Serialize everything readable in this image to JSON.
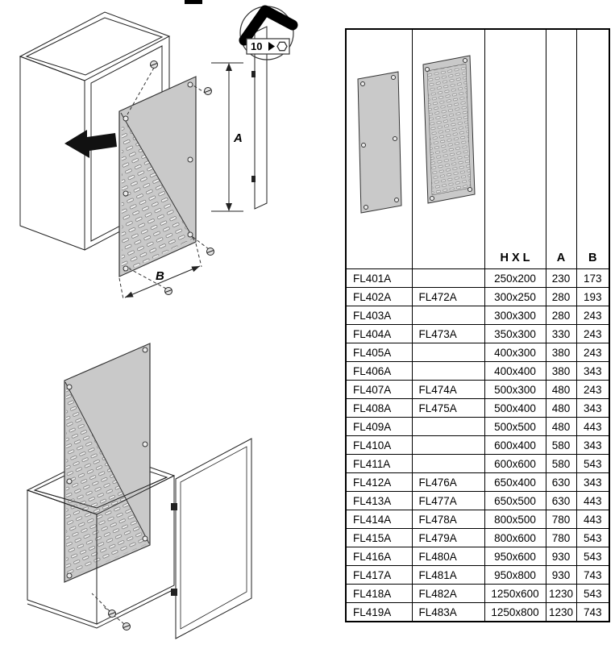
{
  "colors": {
    "plate_gray": "#c9c9c9",
    "slot_light": "#f0f0f0"
  },
  "diagram": {
    "torque_value": "10",
    "dim_a_label": "A",
    "dim_b_label": "B"
  },
  "table": {
    "headers": {
      "hxl": "H X L",
      "a": "A",
      "b": "B"
    },
    "rows": [
      {
        "code1": "FL401A",
        "code2": "",
        "hxl": "250x200",
        "a": "230",
        "b": "173"
      },
      {
        "code1": "FL402A",
        "code2": "FL472A",
        "hxl": "300x250",
        "a": "280",
        "b": "193"
      },
      {
        "code1": "FL403A",
        "code2": "",
        "hxl": "300x300",
        "a": "280",
        "b": "243"
      },
      {
        "code1": "FL404A",
        "code2": "FL473A",
        "hxl": "350x300",
        "a": "330",
        "b": "243"
      },
      {
        "code1": "FL405A",
        "code2": "",
        "hxl": "400x300",
        "a": "380",
        "b": "243"
      },
      {
        "code1": "FL406A",
        "code2": "",
        "hxl": "400x400",
        "a": "380",
        "b": "343"
      },
      {
        "code1": "FL407A",
        "code2": "FL474A",
        "hxl": "500x300",
        "a": "480",
        "b": "243"
      },
      {
        "code1": "FL408A",
        "code2": "FL475A",
        "hxl": "500x400",
        "a": "480",
        "b": "343"
      },
      {
        "code1": "FL409A",
        "code2": "",
        "hxl": "500x500",
        "a": "480",
        "b": "443"
      },
      {
        "code1": "FL410A",
        "code2": "",
        "hxl": "600x400",
        "a": "580",
        "b": "343"
      },
      {
        "code1": "FL411A",
        "code2": "",
        "hxl": "600x600",
        "a": "580",
        "b": "543"
      },
      {
        "code1": "FL412A",
        "code2": "FL476A",
        "hxl": "650x400",
        "a": "630",
        "b": "343"
      },
      {
        "code1": "FL413A",
        "code2": "FL477A",
        "hxl": "650x500",
        "a": "630",
        "b": "443"
      },
      {
        "code1": "FL414A",
        "code2": "FL478A",
        "hxl": "800x500",
        "a": "780",
        "b": "443"
      },
      {
        "code1": "FL415A",
        "code2": "FL479A",
        "hxl": "800x600",
        "a": "780",
        "b": "543"
      },
      {
        "code1": "FL416A",
        "code2": "FL480A",
        "hxl": "950x600",
        "a": "930",
        "b": "543"
      },
      {
        "code1": "FL417A",
        "code2": "FL481A",
        "hxl": "950x800",
        "a": "930",
        "b": "743"
      },
      {
        "code1": "FL418A",
        "code2": "FL482A",
        "hxl": "1250x600",
        "a": "1230",
        "b": "543"
      },
      {
        "code1": "FL419A",
        "code2": "FL483A",
        "hxl": "1250x800",
        "a": "1230",
        "b": "743"
      }
    ]
  }
}
